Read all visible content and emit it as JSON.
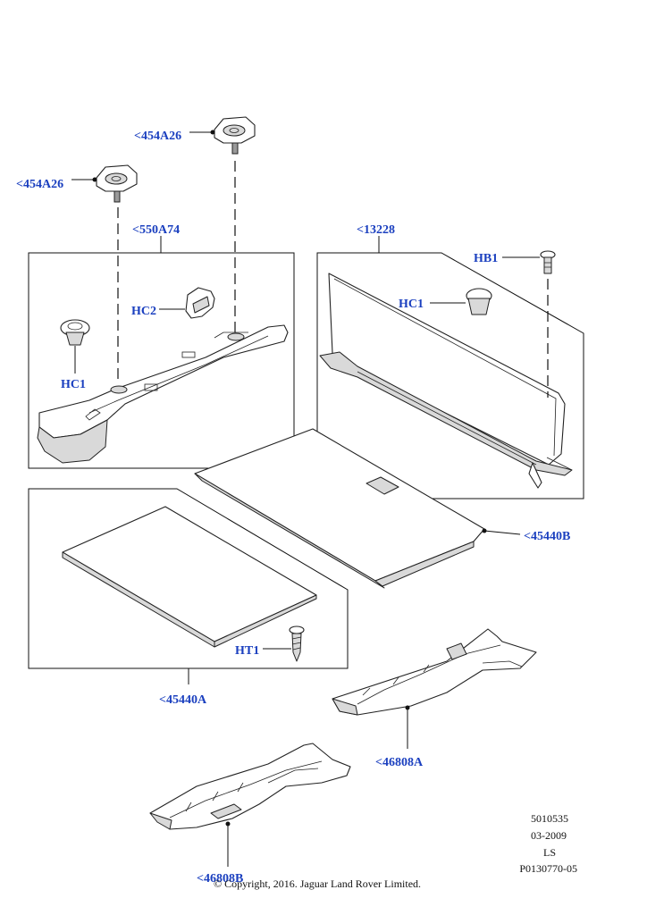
{
  "callouts": {
    "clip_upper": "<454A26",
    "clip_left": "<454A26",
    "left_trim": "<550A74",
    "hc2": "HC2",
    "hc1_left": "HC1",
    "right_panel": "<13228",
    "hb1": "HB1",
    "hc1_right": "HC1",
    "cover_b": "<45440B",
    "ht1": "HT1",
    "cover_a": "<45440A",
    "bracket_upper": "<46808A",
    "bracket_lower": "<46808B"
  },
  "meta": {
    "number": "5010535",
    "date": "03-2009",
    "model": "LS",
    "ref": "P0130770-05",
    "copyright": "© Copyright, 2016. Jaguar Land Rover Limited."
  },
  "colors": {
    "callout": "#1a3fbf",
    "line": "#111111"
  }
}
